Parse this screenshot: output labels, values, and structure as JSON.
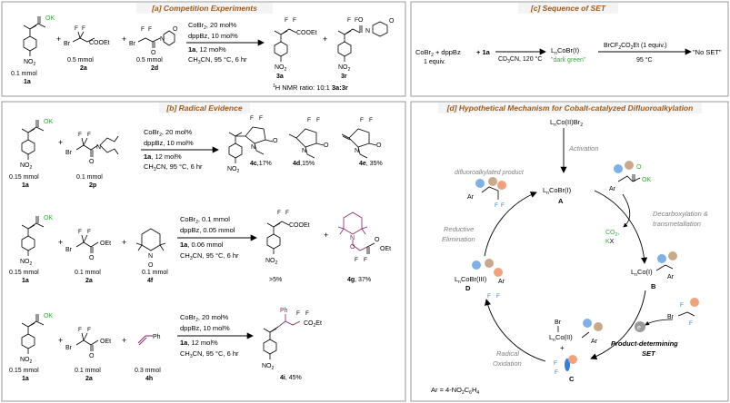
{
  "colors": {
    "panel_border": "#999999",
    "title_color": "#9c5a1e",
    "title_bg": "#f4f4f4",
    "green": "#3aa63a",
    "purple": "#8a2060",
    "blue_ligand": "#7fb1e6",
    "tan_ligand": "#c9a98c",
    "orange_ligand": "#f0a27e",
    "gray_text": "#808080"
  },
  "panel_a": {
    "title": "[a] Competition Experiments",
    "ko": "OK",
    "plus": "+",
    "no2": "NO",
    "no2_sub": "2",
    "br": "Br",
    "cooet": "COOEt",
    "f": "F",
    "o": "O",
    "n": "N",
    "r1_amount": "0.1 mmol",
    "r1_label": "1a",
    "r2_amount": "0.5 mmol",
    "r2_label": "2a",
    "r3_amount": "0.5 mmol",
    "r3_label": "2d",
    "cond_1": "CoBr",
    "cond_1b": ", 20 mol%",
    "cond_2": "dppBz, 10 mol%",
    "cond_3a": "1a",
    "cond_3b": ", 12 mol%",
    "cond_4": "CH",
    "cond_4b": "CN, 95 °C, 6 hr",
    "p1_label": "3a",
    "p2_label": "3r",
    "ratio_pre": "H NMR ratio: 10:1 ",
    "ratio_sup": "1",
    "ratio_labels": "3a:3r"
  },
  "panel_c": {
    "title": "[c] Sequence of SET",
    "lhs": "CoBr",
    "lhs2": " + dppBz",
    "plus_1a": "+ 1a",
    "equiv": "1 equiv.",
    "solvent": "CD",
    "solvent2": "CN, 120 °C",
    "lnco": "L",
    "lnco2": "CoBr(I)",
    "dark_green": "\"dark green\"",
    "reagent": "BrCF",
    "reagent2": "CO",
    "reagent3": "Et (1 equiv.)",
    "temp": "95 °C",
    "no_set": "\"No SET\""
  },
  "panel_b": {
    "title": "[b] Radical Evidence",
    "row1": {
      "a_amount": "0.15 mmol",
      "a_label": "1a",
      "b_amount": "0.1 mmol",
      "b_label": "2p",
      "cond_1": "CoBr",
      "cond_1b": ", 20 mol%",
      "cond_2": "dppBz, 10 mol%",
      "cond_3a": "1a",
      "cond_3b": ", 12 mol%",
      "cond_4": "CH",
      "cond_4b": "CN, 95 °C, 6 hr",
      "p1": "4c",
      "p1_yield": ",17%",
      "p2": "4d",
      "p2_yield": ",15%",
      "p3": "4e",
      "p3_yield": ", 35%"
    },
    "row2": {
      "a_amount": "0.15 mmol",
      "a_label": "1a",
      "b_amount": "0.1 mmol",
      "b_label": "2a",
      "c_amount": "0.1 mmol",
      "c_label": "4f",
      "cond_1": "CoBr",
      "cond_1b": ", 0.1 mmol",
      "cond_2": "dppBz, 0.05 mmol",
      "cond_3a": "1a",
      "cond_3b": ", 0.06 mmol",
      "cond_4": "CH",
      "cond_4b": "CN, 95 °C, 6 hr",
      "p1_yield": ">5%",
      "p2": "4g",
      "p2_yield": ", 37%"
    },
    "row3": {
      "a_amount": "0.15 mmol",
      "a_label": "1a",
      "b_amount": "0.1 mmol",
      "b_label": "2a",
      "c_amount": "0.3 mmol",
      "c_label": "4h",
      "cond_1": "CoBr",
      "cond_1b": ", 20 mol%",
      "cond_2": "dppBz, 10 mol%",
      "cond_3a": "1a",
      "cond_3b": ", 12 mol%",
      "cond_4": "CH",
      "cond_4b": "CN, 95 °C, 6 hr",
      "ph": "Ph",
      "co2et": "CO",
      "co2et2": "Et",
      "p1": "4i",
      "p1_yield": ", 45%"
    }
  },
  "panel_d": {
    "title": "[d] Hypothetical Mechanism for Cobalt-catalyzed Difluoroalkylation",
    "precat": "L",
    "precat2": "Co(II)Br",
    "activation": "Activation",
    "speciesA": "L",
    "speciesA2": "CoBr(I)",
    "labelA": "A",
    "speciesB": "L",
    "speciesB2": "Co(I)",
    "labelB": "B",
    "speciesC": "L",
    "speciesC2": "Co(II)",
    "labelC": "C",
    "speciesD": "L",
    "speciesD2": "CoBr(III)",
    "labelD": "D",
    "product_caption": "difluoroalkylated product",
    "decarb_1": "Decarboxylation &",
    "decarb_2": "transmetallation",
    "co2": "CO",
    "kx": "KX",
    "reductive_1": "Reductive",
    "reductive_2": "Elimination",
    "radical_1": "Radical",
    "radical_2": "Oxidation",
    "pd_1": "Product-determining",
    "pd_2": "SET",
    "ar": "Ar",
    "ar_def": "Ar = 4-NO",
    "ar_def2": "C",
    "ar_def3": "H",
    "electron": "e",
    "br": "Br",
    "f": "F",
    "ok": "OK",
    "o": "O",
    "k": "K"
  }
}
